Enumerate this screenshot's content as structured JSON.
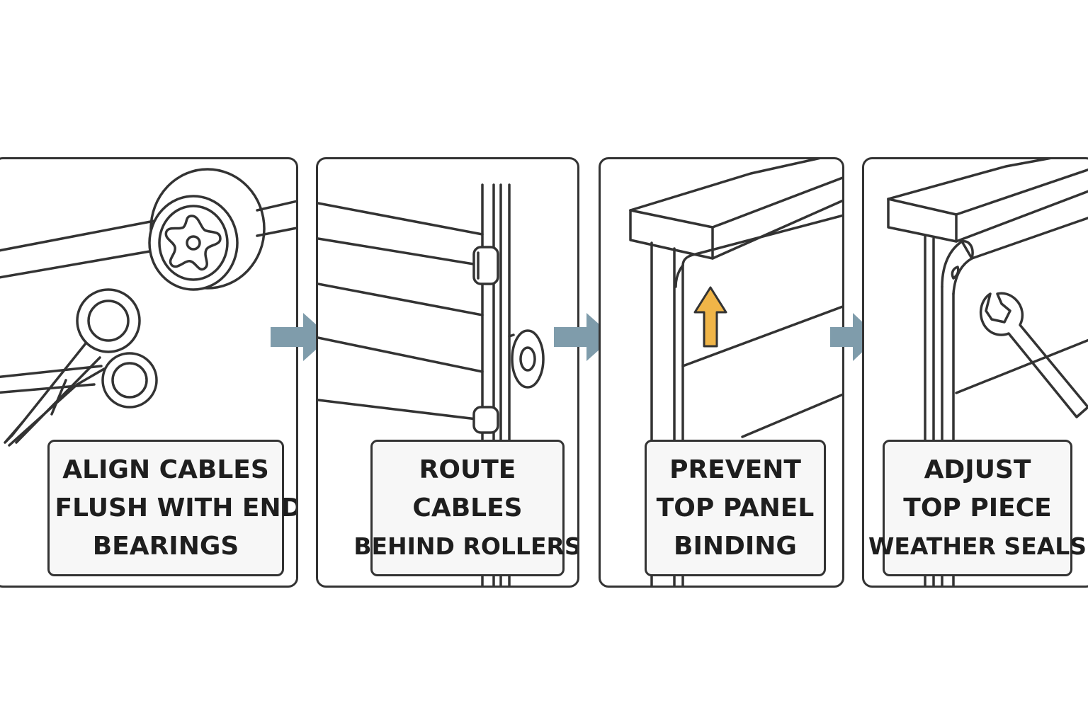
{
  "steps": [
    {
      "lines": [
        "ALIGN CABLES",
        "FLUSH WITH END",
        "BEARINGS"
      ],
      "icon": "scissors-and-pulley-icon"
    },
    {
      "lines": [
        "ROUTE",
        "CABLES",
        "BEHIND ROLLERS"
      ],
      "icon": "track-roller-icon"
    },
    {
      "lines": [
        "PREVENT",
        "TOP PANEL",
        "BINDING"
      ],
      "icon": "up-arrow-icon"
    },
    {
      "lines": [
        "ADJUST",
        "TOP PIECE",
        "WEATHER SEALS"
      ],
      "icon": "wrench-icon"
    }
  ],
  "colors": {
    "line": "#333333",
    "connector_arrow": "#7f9cab",
    "highlight_arrow": "#f0b548",
    "caption_bg": "#f7f7f7"
  }
}
